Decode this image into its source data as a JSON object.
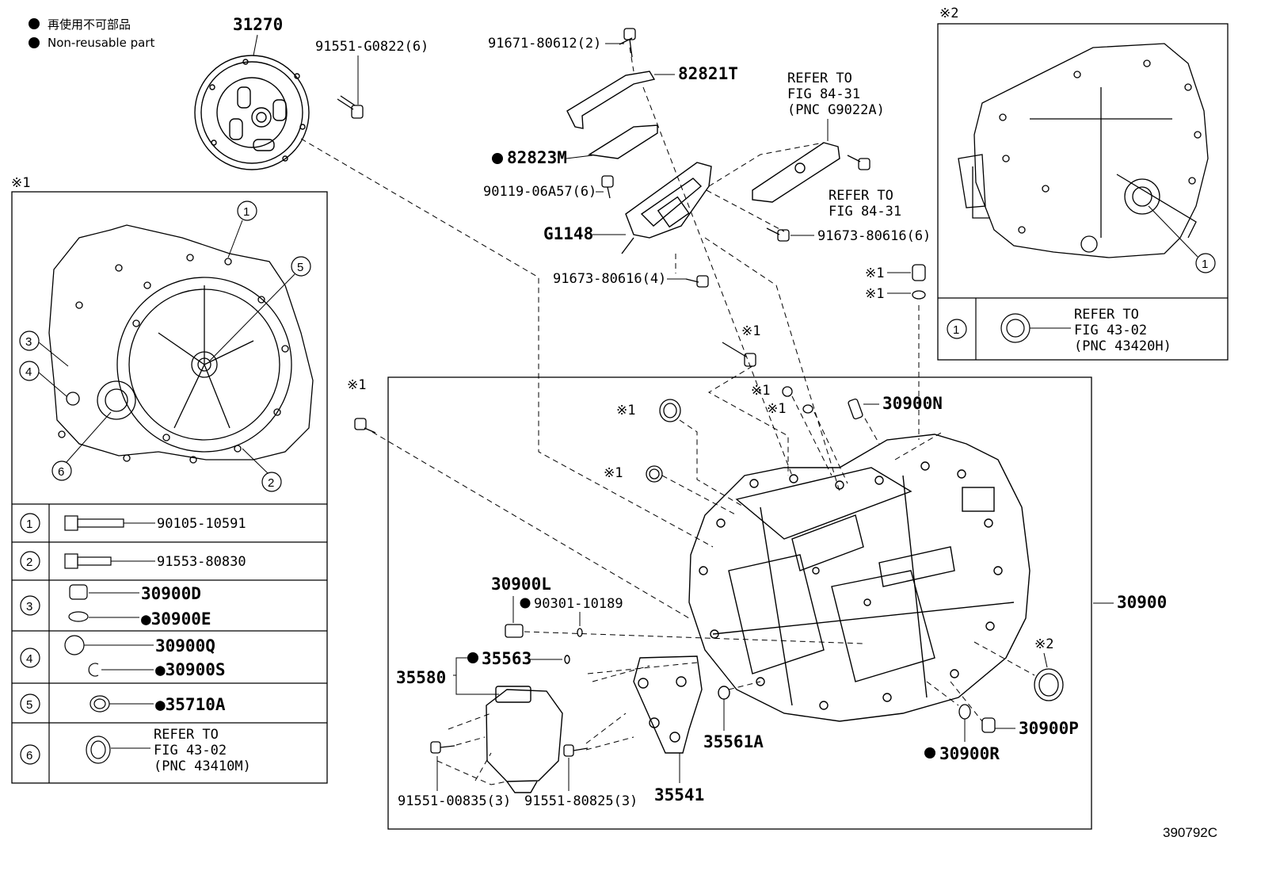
{
  "legend": {
    "symbol": "●",
    "line_ja": "再使用不可部品",
    "line_en": "Non-reusable part"
  },
  "markers": {
    "m1": "※1",
    "m2": "※2"
  },
  "callout_numbers": [
    "1",
    "2",
    "3",
    "4",
    "5",
    "6"
  ],
  "parts": {
    "p31270": "31270",
    "p91551g0822": "91551-G0822(6)",
    "p9167180612": "91671-80612(2)",
    "p82821t": "82821T",
    "p82823m": "82823M",
    "p9011906a57": "90119-06A57(6)",
    "pg1148": "G1148",
    "p9167380616_4": "91673-80616(4)",
    "p9167380616_6": "91673-80616(6)",
    "p30900n": "30900N",
    "p30900l": "30900L",
    "p9030110189": "90301-10189",
    "p35563": "35563",
    "p35580": "35580",
    "p35561a": "35561A",
    "p35541": "35541",
    "p9155100835": "91551-00835(3)",
    "p9155180825": "91551-80825(3)",
    "p30900": "30900",
    "p30900p": "30900P",
    "p30900r": "30900R"
  },
  "refers": {
    "g9022a": [
      "REFER TO",
      "FIG 84-31",
      "(PNC G9022A)"
    ],
    "fig8431": [
      "REFER TO",
      "FIG 84-31"
    ],
    "h43420": [
      "REFER TO",
      "FIG 43-02",
      "(PNC 43420H)"
    ],
    "m43410": [
      "REFER TO",
      "FIG 43-02",
      "(PNC 43410M)"
    ]
  },
  "table1": {
    "rows": [
      {
        "num": "1",
        "parts": [
          "90105-10591"
        ]
      },
      {
        "num": "2",
        "parts": [
          "91553-80830"
        ]
      },
      {
        "num": "3",
        "parts": [
          "30900D",
          "●30900E"
        ]
      },
      {
        "num": "4",
        "parts": [
          "30900Q",
          "●30900S"
        ]
      },
      {
        "num": "5",
        "parts": [
          "●35710A"
        ]
      },
      {
        "num": "6",
        "parts": []
      }
    ]
  },
  "table2": {
    "num": "1"
  },
  "figure_id": "390792C"
}
